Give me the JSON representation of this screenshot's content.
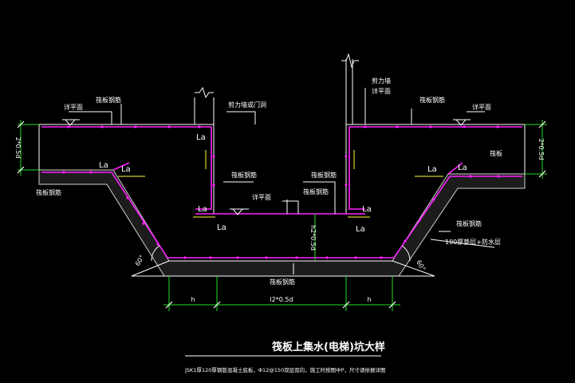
{
  "drawing": {
    "title": "筏板上集水(电梯)坑大样",
    "note": "JSK1厚120厚钢筋混凝土底板，Φ12@150双层双向，施工时按图中P，尺寸请依据详图",
    "colors": {
      "background": "#000000",
      "rebar": "#ff22ff",
      "lines": "#ffffff",
      "dimension": "#22dd22",
      "anchor_line": "#ffff33"
    }
  },
  "labels": {
    "left_top_level": "详平面",
    "left_top_rebar": "筏板钢筋",
    "pit_wall_top": "剪力墙或门洞",
    "right_wall": "剪力墙",
    "right_level": "详平面",
    "right_top_rebar": "筏板钢筋",
    "right_slab": "筏板",
    "left_bed_rebar": "筏板钢筋",
    "pit_level": "详平面",
    "center_rebar_1": "筏板钢筋",
    "center_rebar_2": "筏板钢筋",
    "bottom_rebar": "筏板钢筋",
    "right_slope_rebar": "筏板钢筋",
    "cushion": "100厚垫层+防水层",
    "angle_left": "60°",
    "angle_right": "60°",
    "anchor": "La"
  },
  "dimensions": {
    "left_slab": "2*0.5d",
    "right_slab": "2*0.5d",
    "pit_depth": "h2*0.5d",
    "bottom_left": "h",
    "bottom_middle": "l2*0.5d",
    "bottom_right": "h"
  }
}
